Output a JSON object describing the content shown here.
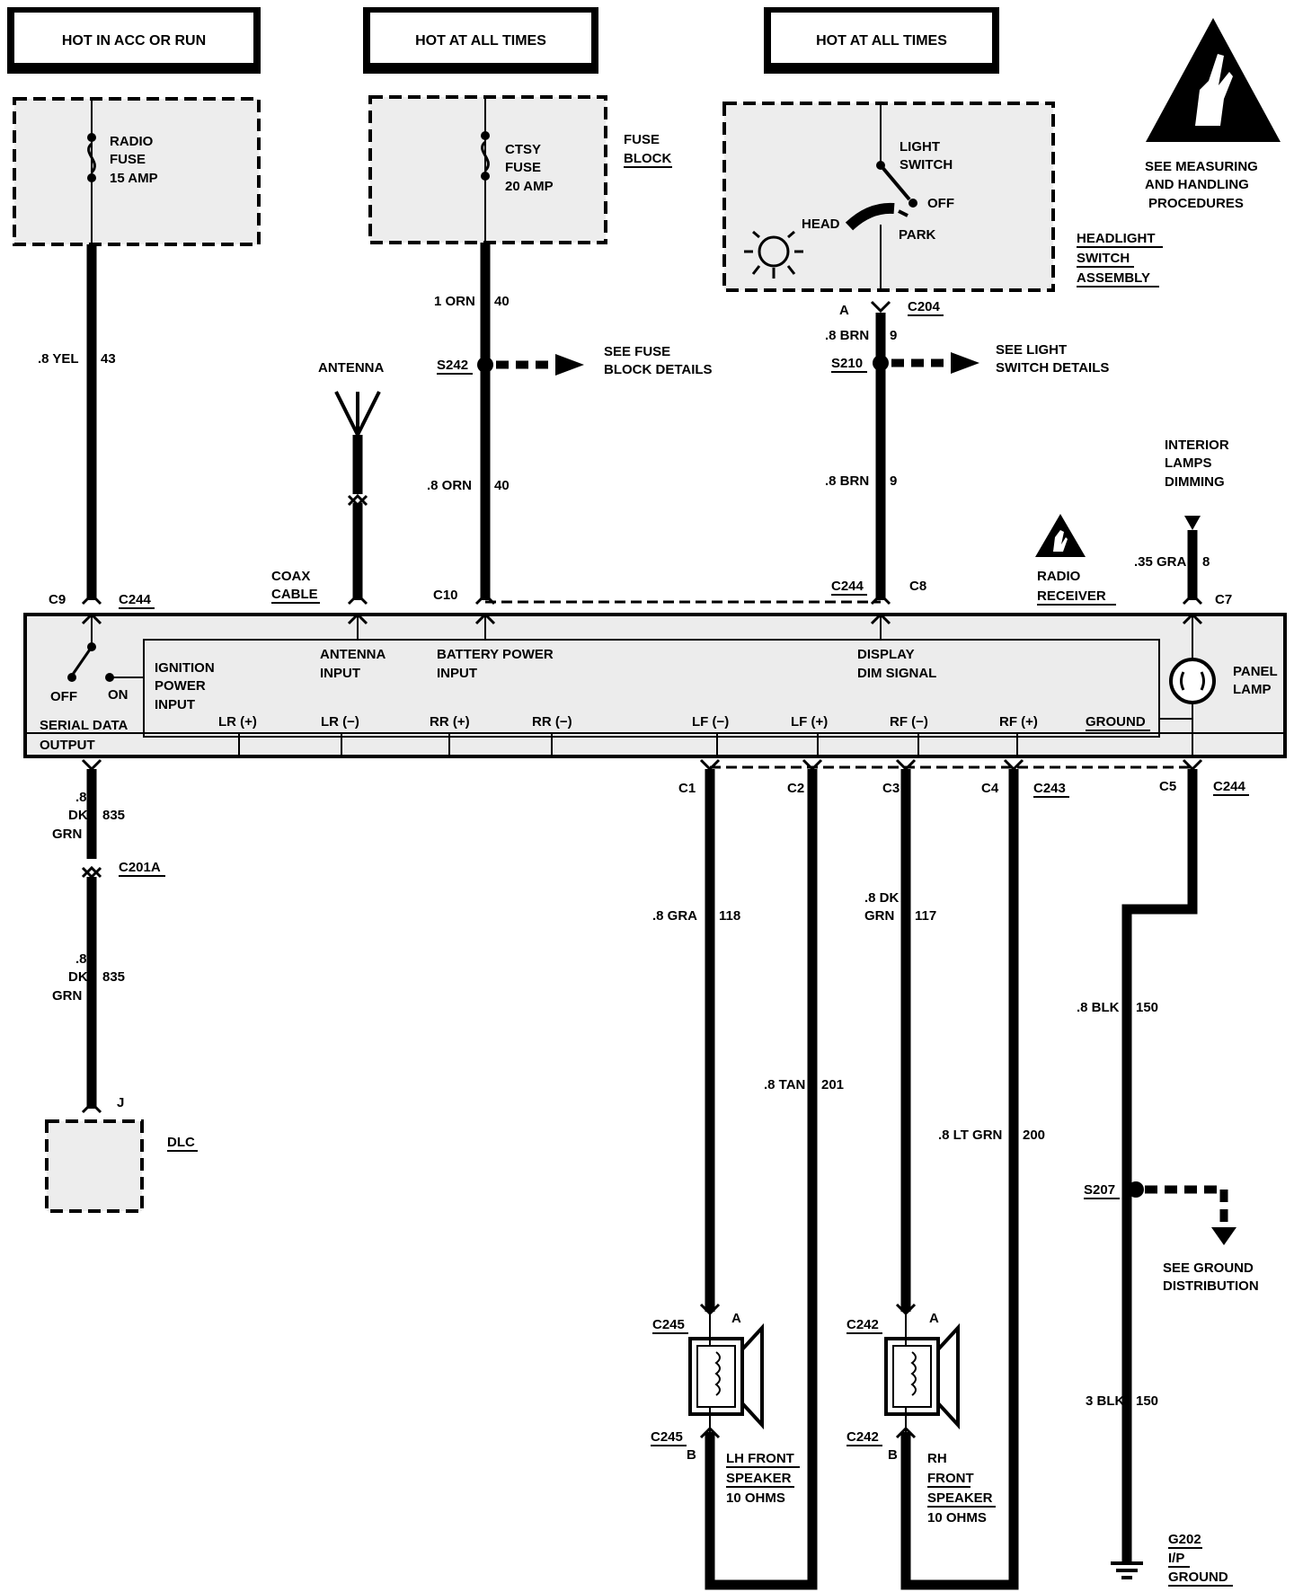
{
  "headers": {
    "hot_acc_run": "HOT IN ACC OR RUN",
    "hot_all_times_1": "HOT AT ALL TIMES",
    "hot_all_times_2": "HOT AT ALL TIMES"
  },
  "esd_note": {
    "line1": "SEE MEASURING",
    "line2": "AND HANDLING",
    "line3": "PROCEDURES"
  },
  "fuse_block": {
    "label1": "FUSE",
    "label2": "BLOCK",
    "radio_fuse": {
      "l1": "RADIO",
      "l2": "FUSE",
      "l3": "15 AMP"
    },
    "ctsy_fuse": {
      "l1": "CTSY",
      "l2": "FUSE",
      "l3": "20 AMP"
    }
  },
  "headlight_switch": {
    "light_switch_1": "LIGHT",
    "light_switch_2": "SWITCH",
    "off": "OFF",
    "head": "HEAD",
    "park": "PARK",
    "assembly_1": "HEADLIGHT",
    "assembly_2": "SWITCH",
    "assembly_3": "ASSEMBLY"
  },
  "wires": {
    "yel_43": ".8 YEL",
    "yel_43_num": "43",
    "orn_40_top": "1 ORN",
    "orn_40_top_num": "40",
    "orn_40_bot": ".8 ORN",
    "orn_40_bot_num": "40",
    "brn_9_top": ".8 BRN",
    "brn_9_top_num": "9",
    "brn_9_bot": ".8 BRN",
    "brn_9_bot_num": "9",
    "gra_8": ".35 GRA",
    "gra_8_num": "8",
    "dkgrn_835_a1": ".8",
    "dkgrn_835_a2": "DK",
    "dkgrn_835_a3": "GRN",
    "dkgrn_835_a_num": "835",
    "dkgrn_835_b1": ".8",
    "dkgrn_835_b2": "DK",
    "dkgrn_835_b3": "GRN",
    "dkgrn_835_b_num": "835",
    "gra_118": ".8 GRA",
    "gra_118_num": "118",
    "tan_201": ".8 TAN",
    "tan_201_num": "201",
    "dkgrn_117_1": ".8 DK",
    "dkgrn_117_2": "GRN",
    "dkgrn_117_num": "117",
    "ltgrn_200": ".8 LT GRN",
    "ltgrn_200_num": "200",
    "blk_150_a": ".8 BLK",
    "blk_150_a_num": "150",
    "blk_150_b": "3 BLK",
    "blk_150_b_num": "150"
  },
  "splices": {
    "s242": "S242",
    "s242_note_1": "SEE FUSE",
    "s242_note_2": "BLOCK DETAILS",
    "s210": "S210",
    "s210_note_1": "SEE LIGHT",
    "s210_note_2": "SWITCH DETAILS",
    "s207": "S207",
    "s207_note_1": "SEE GROUND",
    "s207_note_2": "DISTRIBUTION"
  },
  "connectors": {
    "c204_pin": "A",
    "c204": "C204",
    "c9": "C9",
    "c244_left": "C244",
    "c10": "C10",
    "c244_mid": "C244",
    "c8": "C8",
    "c7": "C7",
    "c1": "C1",
    "c2": "C2",
    "c3": "C3",
    "c4": "C4",
    "c243": "C243",
    "c5": "C5",
    "c244_right": "C244",
    "c201a": "C201A",
    "dlc_pin": "J",
    "c245_top": "C245",
    "c245_top_pin": "A",
    "c245_bot": "C245",
    "c245_bot_pin": "B",
    "c242_top": "C242",
    "c242_top_pin": "A",
    "c242_bot": "C242",
    "c242_bot_pin": "B"
  },
  "antenna": {
    "label": "ANTENNA",
    "coax_1": "COAX",
    "coax_2": "CABLE"
  },
  "interior_dimming": {
    "l1": "INTERIOR",
    "l2": "LAMPS",
    "l3": "DIMMING"
  },
  "radio_receiver": {
    "label_1": "RADIO",
    "label_2": "RECEIVER",
    "ignition_1": "IGNITION",
    "ignition_2": "POWER",
    "ignition_3": "INPUT",
    "antenna_in_1": "ANTENNA",
    "antenna_in_2": "INPUT",
    "battery_1": "BATTERY POWER",
    "battery_2": "INPUT",
    "display_1": "DISPLAY",
    "display_2": "DIM SIGNAL",
    "panel_1": "PANEL",
    "panel_2": "LAMP",
    "off": "OFF",
    "on": "ON",
    "serial_1": "SERIAL DATA",
    "serial_2": "OUTPUT",
    "lr_plus": "LR (+)",
    "lr_minus": "LR (−)",
    "rr_plus": "RR (+)",
    "rr_minus": "RR (−)",
    "lf_minus": "LF (−)",
    "lf_plus": "LF (+)",
    "rf_minus": "RF (−)",
    "rf_plus": "RF (+)",
    "ground": "GROUND"
  },
  "dlc": {
    "label": "DLC"
  },
  "speakers": {
    "lh_1": "LH FRONT",
    "lh_2": "SPEAKER",
    "lh_3": "10 OHMS",
    "rh_1": "RH",
    "rh_2": "FRONT",
    "rh_3": "SPEAKER",
    "rh_4": "10 OHMS"
  },
  "ground": {
    "g202": "G202",
    "ip": "I/P",
    "gnd": "GROUND"
  }
}
